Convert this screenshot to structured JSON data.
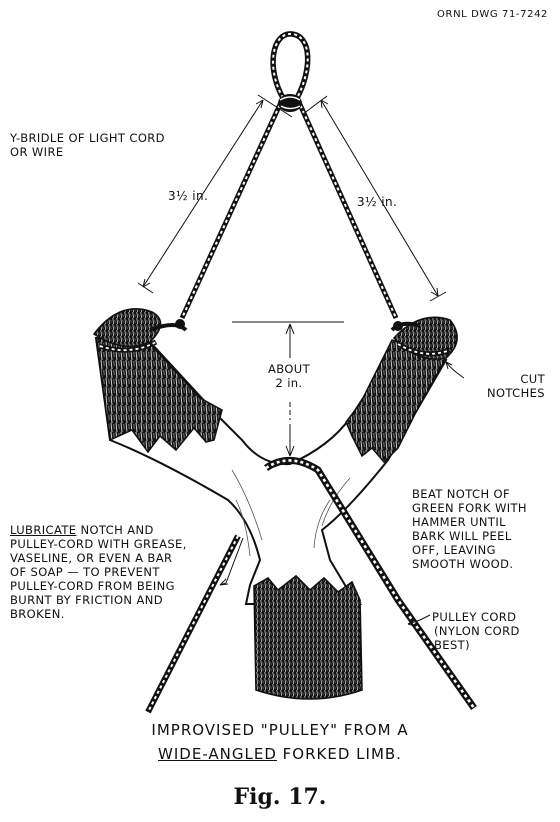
{
  "drawing_number": "ORNL DWG 71-7242",
  "labels": {
    "y_bridle": [
      "Y-BRIDLE OF LIGHT CORD",
      "OR WIRE"
    ],
    "left_dimension": "3½ in.",
    "right_dimension": "3½ in.",
    "about": [
      "ABOUT",
      "2 in."
    ],
    "cut_notches": [
      "CUT",
      "NOTCHES"
    ],
    "beat_notch": [
      "BEAT NOTCH OF",
      "GREEN FORK WITH",
      "HAMMER UNTIL",
      "BARK WILL PEEL",
      "OFF, LEAVING",
      "SMOOTH WOOD."
    ],
    "lubricate": {
      "first_word": "LUBRICATE",
      "first_rest": " NOTCH AND",
      "lines": [
        "PULLEY-CORD WITH GREASE,",
        "VASELINE, OR EVEN A BAR",
        "OF SOAP — TO PREVENT",
        "PULLEY-CORD FROM BEING",
        "BURNT BY FRICTION AND",
        "BROKEN."
      ]
    },
    "pulley_cord": [
      "PULLEY CORD",
      "(NYLON CORD",
      "BEST)"
    ]
  },
  "caption": {
    "line1": "IMPROVISED \"PULLEY\" FROM A",
    "line2_a": "WIDE-ANGLED",
    "line2_b": " FORKED LIMB."
  },
  "figure_label": "Fig. 17."
}
